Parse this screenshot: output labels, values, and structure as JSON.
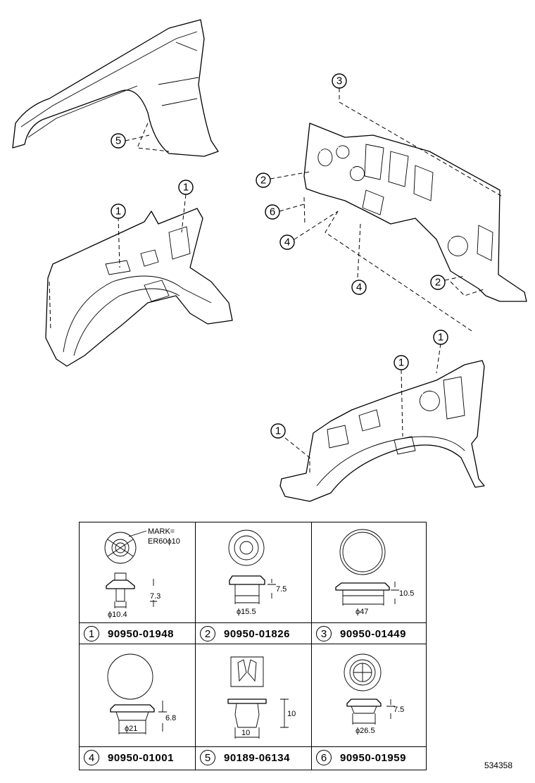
{
  "diagram": {
    "callouts": [
      {
        "id": "c-fender-5",
        "label": "5"
      },
      {
        "id": "c-left-1a",
        "label": "1"
      },
      {
        "id": "c-left-1b",
        "label": "1"
      },
      {
        "id": "c-dash-3",
        "label": "3"
      },
      {
        "id": "c-dash-2a",
        "label": "2"
      },
      {
        "id": "c-dash-6",
        "label": "6"
      },
      {
        "id": "c-dash-4a",
        "label": "4"
      },
      {
        "id": "c-dash-4b",
        "label": "4"
      },
      {
        "id": "c-dash-2b",
        "label": "2"
      },
      {
        "id": "c-right-1a",
        "label": "1"
      },
      {
        "id": "c-right-1b",
        "label": "1"
      },
      {
        "id": "c-right-1c",
        "label": "1"
      }
    ]
  },
  "parts": [
    {
      "index": "1",
      "part_no": "90950-01948",
      "dims": {
        "height": "7.3",
        "diameter": "ϕ10.4",
        "mark": "MARK=",
        "mark2": "ER60ϕ10"
      }
    },
    {
      "index": "2",
      "part_no": "90950-01826",
      "dims": {
        "height": "7.5",
        "diameter": "ϕ15.5"
      }
    },
    {
      "index": "3",
      "part_no": "90950-01449",
      "dims": {
        "height": "10.5",
        "diameter": "ϕ47"
      }
    },
    {
      "index": "4",
      "part_no": "90950-01001",
      "dims": {
        "height": "6.8",
        "diameter": "ϕ21"
      }
    },
    {
      "index": "5",
      "part_no": "90189-06134",
      "dims": {
        "height": "10",
        "diameter": "10"
      }
    },
    {
      "index": "6",
      "part_no": "90950-01959",
      "dims": {
        "height": "7.5",
        "diameter": "ϕ26.5"
      }
    }
  ],
  "document_id": "534358"
}
